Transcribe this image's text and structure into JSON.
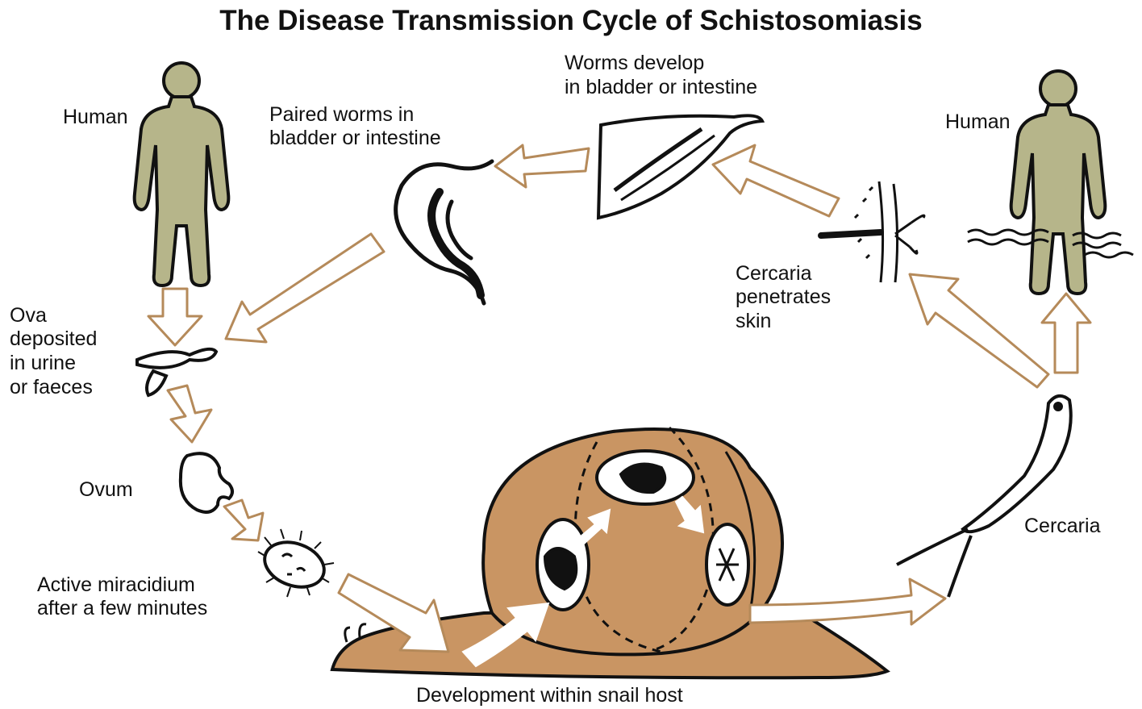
{
  "title": "The Disease Transmission Cycle of Schistosomiasis",
  "labels": {
    "human_left": "Human",
    "human_right": "Human",
    "paired_worms_1": "Paired worms in",
    "paired_worms_2": "bladder or intestine",
    "worms_develop_1": "Worms develop",
    "worms_develop_2": "in bladder or intestine",
    "ova_1": "Ova",
    "ova_2": "deposited",
    "ova_3": "in urine",
    "ova_4": "or faeces",
    "ovum": "Ovum",
    "miracidium_1": "Active miracidium",
    "miracidium_2": "after a few minutes",
    "cercaria_penetrates_1": "Cercaria",
    "cercaria_penetrates_2": "penetrates",
    "cercaria_penetrates_3": "skin",
    "cercaria": "Cercaria",
    "snail": "Development within snail host"
  },
  "colors": {
    "human_fill": "#b6b58a",
    "snail_fill": "#c99563",
    "arrow_outline": "#b58a5a",
    "ink": "#111111"
  }
}
